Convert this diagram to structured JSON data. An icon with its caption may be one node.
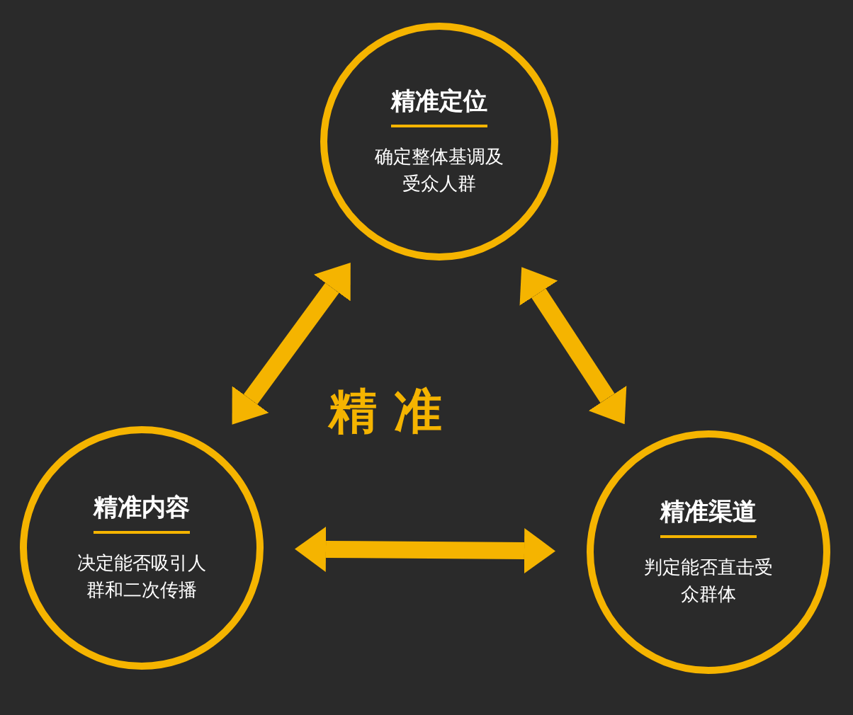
{
  "diagram": {
    "nodes": [
      {
        "text": [
          "精准定位",
          "确定整体基调及受众人群"
        ]
      },
      {
        "text": [
          "精准内容",
          "决定能否吸引人群和二次传播"
        ]
      },
      {
        "text": [
          "精准渠道",
          "判定能否直击受众群体"
        ]
      }
    ],
    "edges": [
      {
        "from": 1,
        "to": 0,
        "arrow": "both"
      },
      {
        "from": 0,
        "to": 2,
        "arrow": "both"
      },
      {
        "from": 1,
        "to": 2,
        "arrow": "both"
      }
    ],
    "labels": [
      "精准"
    ]
  }
}
